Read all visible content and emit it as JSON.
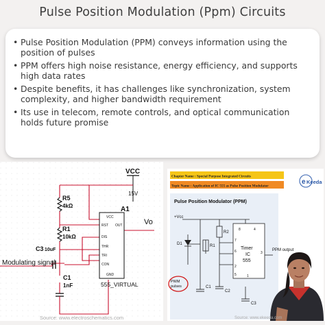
{
  "page": {
    "title": "Pulse Position Modulation (Ppm) Circuits"
  },
  "bullets": [
    "Pulse Position Modulation (PPM) conveys information using the position of pulses",
    "PPM offers high noise resistance, energy efficiency, and supports high data rates",
    "Despite benefits, it has challenges like synchronization, system complexity, and higher bandwidth requirement",
    "Its use in telecom, remote controls, and optical communication holds future promise"
  ],
  "left_figure": {
    "vcc": "VCC",
    "v15": "15V",
    "a1": "A1",
    "vo": "Vo",
    "r5": "R5",
    "r5_val": "4kΩ",
    "r1": "R1",
    "r1_val": "10kΩ",
    "c3": "C3",
    "c3_val": "10uF",
    "c1": "C1",
    "c1_val": "1nF",
    "modulating": "Modulating signal",
    "chip_name": "555_VIRTUAL",
    "pins": {
      "vcc": "VCC",
      "rst": "RST",
      "out": "OUT",
      "dis": "DIS",
      "thr": "THR",
      "tri": "TRI",
      "con": "CON",
      "gnd": "GND"
    },
    "source": "Source: www.electroschematics.com"
  },
  "right_figure": {
    "chapter_name": "Chapter Name : Special Purpose Integrated Circuits",
    "topic_name": "Topic Name : Application of IC 555 as Pulse Position Modulator",
    "brand": "Keeda",
    "panel_title": "Pulse Position Modulator (PPM)",
    "vcc": "+Vcc",
    "r2": "R2",
    "r1": "R1",
    "d1": "D1",
    "c1": "C1",
    "c2": "C2",
    "c3": "C3",
    "timer": "Timer",
    "ic": "IC",
    "model": "555",
    "ppm_output": "PPM output",
    "pwm_pulses": "PWM pulses",
    "pin_labels": [
      "8",
      "4",
      "7",
      "6",
      "2",
      "5",
      "1",
      "3"
    ],
    "source": "Source: www.ekeeda.com"
  },
  "colors": {
    "wire": "#c8102e",
    "note_yellow": "#f5c518",
    "accent_orange": "#f08a24"
  }
}
